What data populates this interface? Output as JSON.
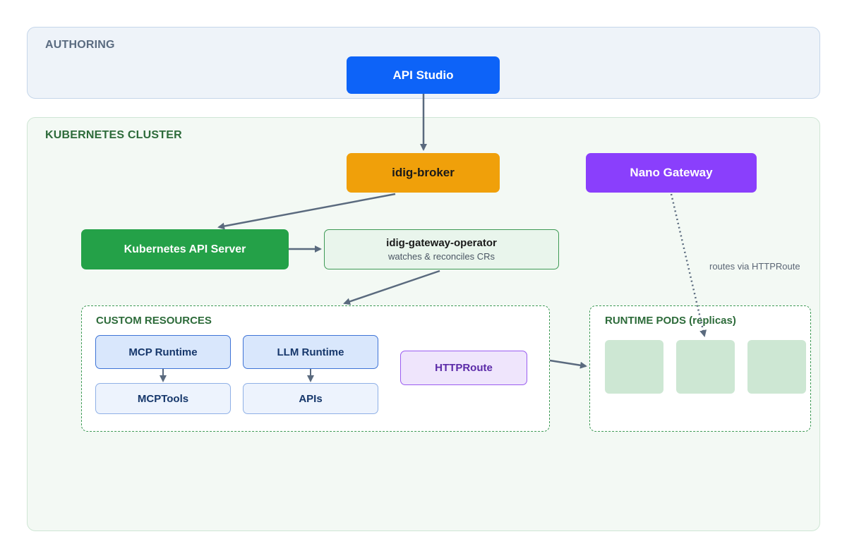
{
  "regions": {
    "authoring": {
      "title": "AUTHORING"
    },
    "cluster": {
      "title": "KUBERNETES CLUSTER"
    }
  },
  "nodes": {
    "api_studio": "API Studio",
    "broker": "idig-broker",
    "nano_gateway": "Nano Gateway",
    "k8s_api": "Kubernetes API Server",
    "operator": {
      "title": "idig-gateway-operator",
      "subtitle": "watches & reconciles CRs"
    },
    "mcp_runtime": "MCP Runtime",
    "mcp_tools": "MCPTools",
    "llm_runtime": "LLM Runtime",
    "apis": "APIs",
    "httproute": "HTTPRoute"
  },
  "groups": {
    "custom_resources": "CUSTOM RESOURCES",
    "runtime_pods": "RUNTIME PODS (replicas)",
    "pod_count": 3
  },
  "edge_labels": {
    "routes": "routes via HTTPRoute"
  },
  "colors": {
    "api_studio": "#0d63f8",
    "broker": "#f0a00a",
    "nano_gateway": "#8a3ffc",
    "k8s_api": "#24a148",
    "arrow": "#5a6a7e"
  }
}
